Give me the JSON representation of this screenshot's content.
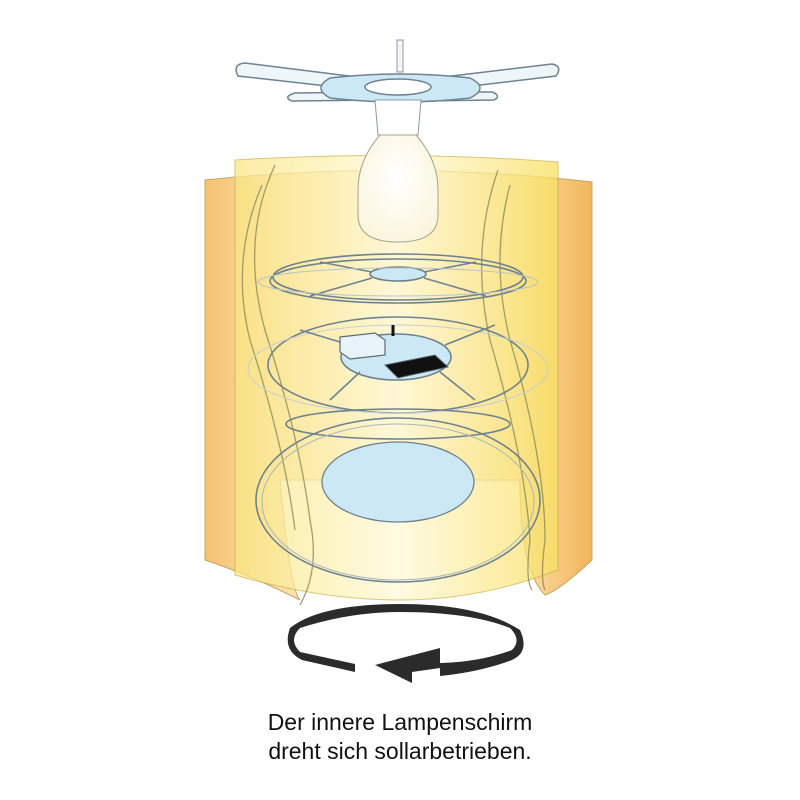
{
  "caption": {
    "line1": "Der innere Lampenschirm",
    "line2": "dreht sich sollarbetrieben."
  },
  "illustration": {
    "subject": "solar-powered rotating lampshade exploded view",
    "components": [
      "ceiling-mount-frame",
      "light-bulb",
      "outer-lampshade",
      "inner-lampshade",
      "top-ring-frame",
      "solar-motor-module",
      "solar-panel",
      "bottom-ring-frame",
      "diffuser-disc",
      "rotation-arrow"
    ]
  },
  "colors": {
    "outer_shade_dark": "#f2b24a",
    "outer_shade_light": "#fde3a8",
    "inner_shade": "#fbe77a",
    "frame_fill": "#cde8f5",
    "frame_stroke": "#6f8290",
    "solar_panel": "#111111",
    "arrow": "#2b2b2b",
    "caption_text": "#111111"
  }
}
